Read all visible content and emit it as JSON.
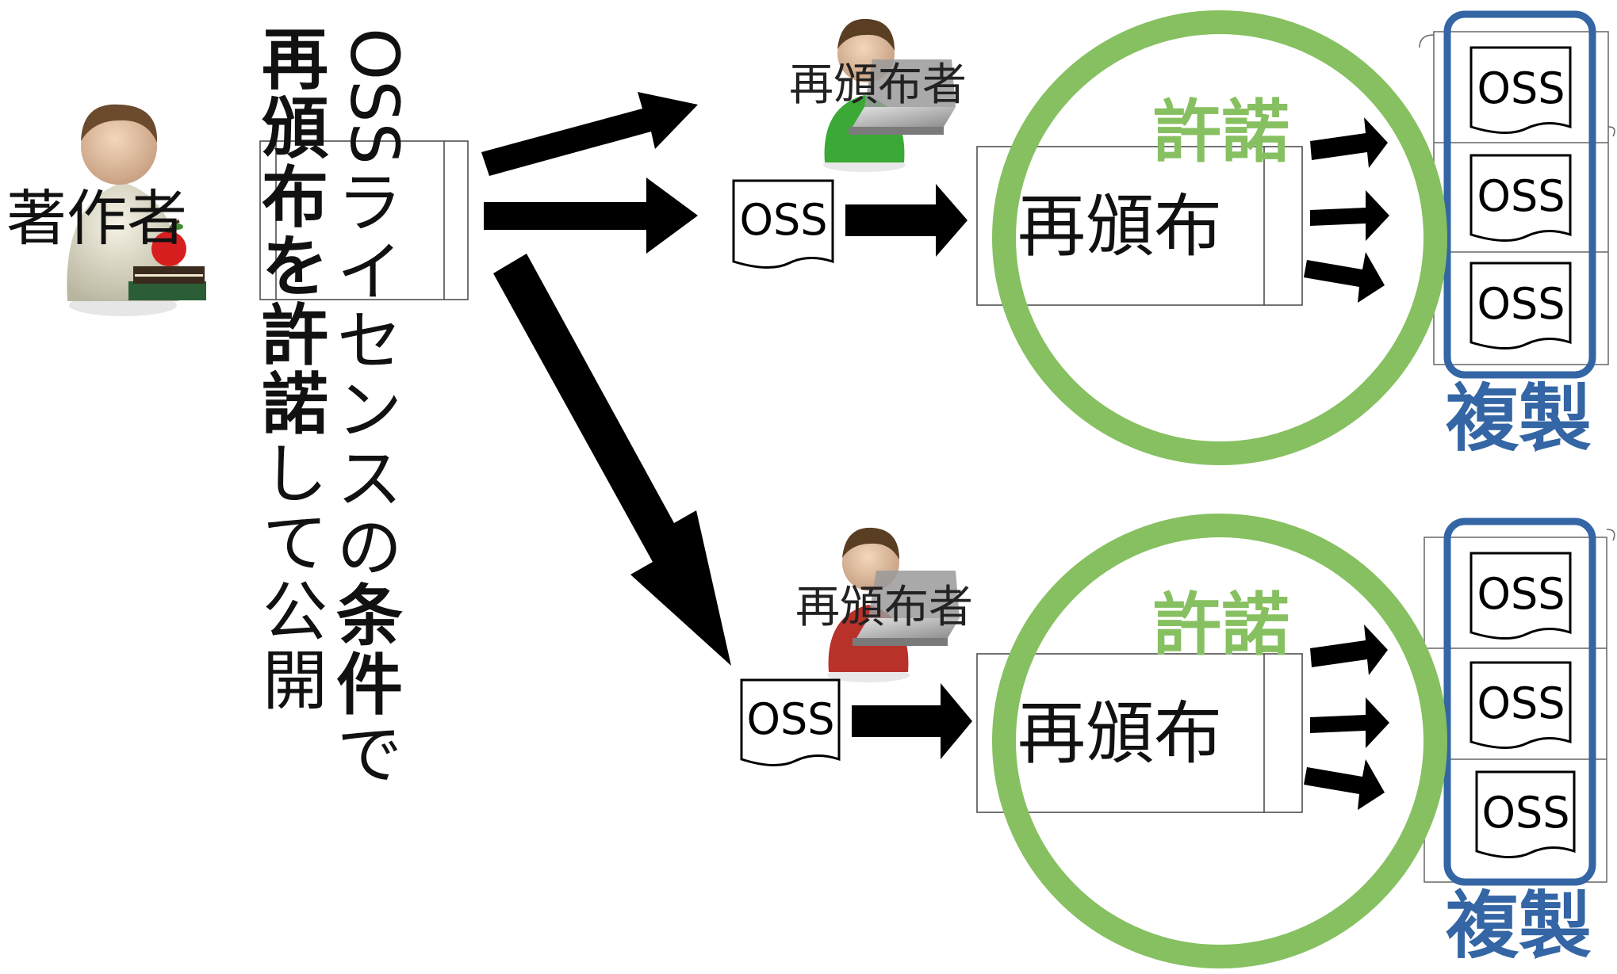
{
  "author_label": "著作者",
  "license_text": {
    "col1_line1": "OSS",
    "col1_line2": "ライセンスの",
    "col1_line3": "条件",
    "col1_line4": "で",
    "col2_line1": "再頒布を許諾",
    "col2_line2": "して公開"
  },
  "redistributors": [
    {
      "label": "再頒布者",
      "shirt_color": "#3aa935",
      "doc_label": "OSS",
      "action_label": "再頒布",
      "permission_label": "許諾",
      "copy_label": "複製",
      "copies": [
        "OSS",
        "OSS",
        "OSS"
      ]
    },
    {
      "label": "再頒布者",
      "shirt_color": "#b8322a",
      "doc_label": "OSS",
      "action_label": "再頒布",
      "permission_label": "許諾",
      "copy_label": "複製",
      "copies": [
        "OSS",
        "OSS",
        "OSS"
      ]
    }
  ],
  "colors": {
    "permission_green": "#86c060",
    "copy_blue": "#3465a4",
    "arrow_black": "#000000"
  }
}
